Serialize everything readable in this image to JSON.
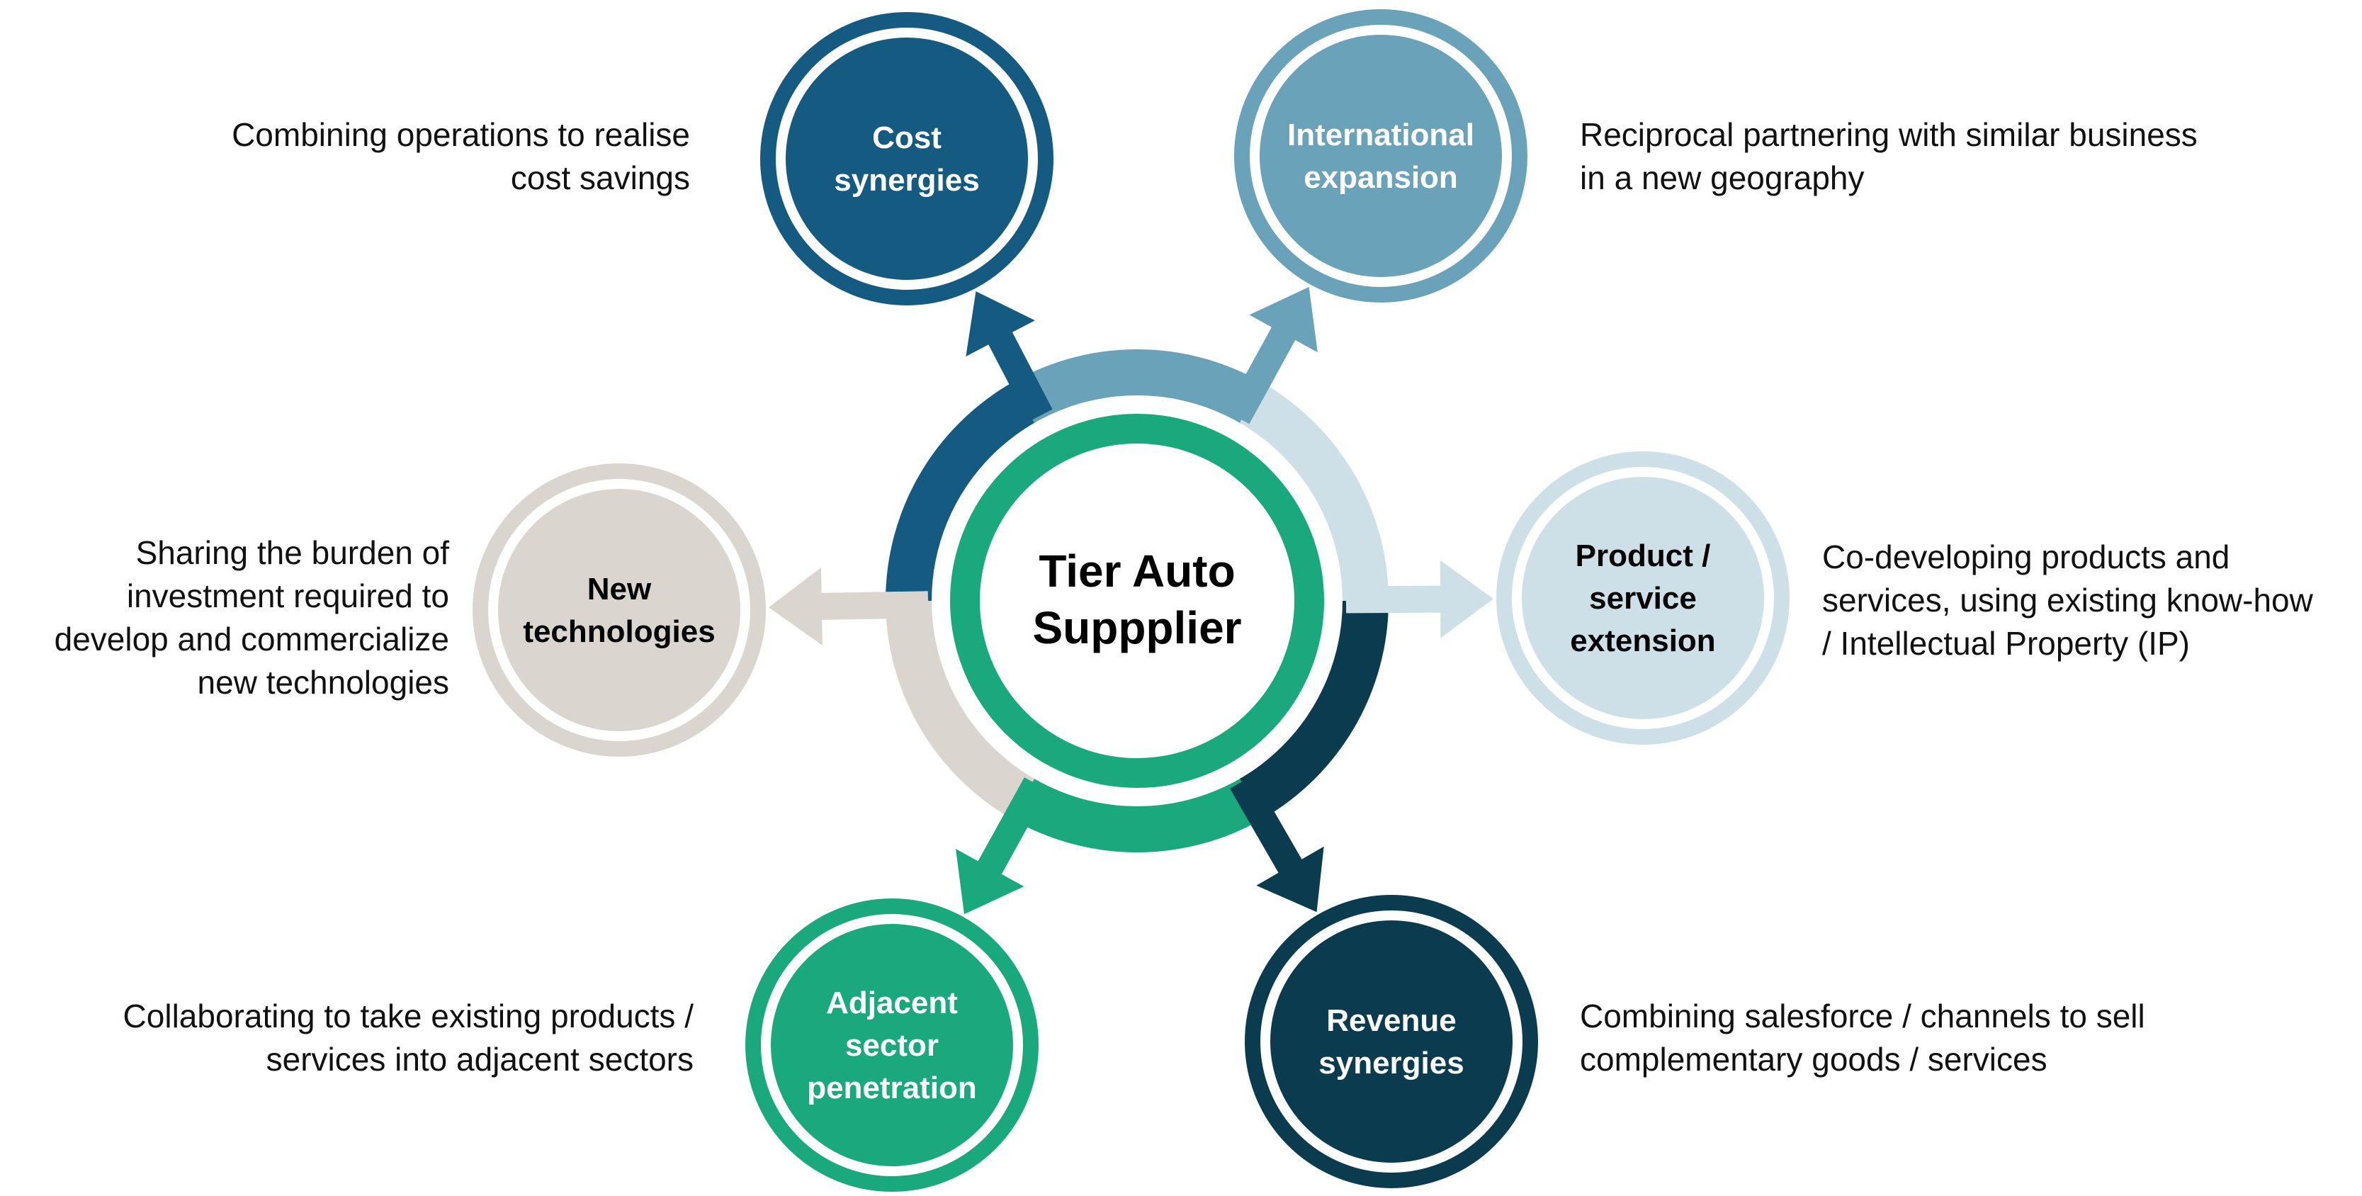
{
  "hub": {
    "label_lines": [
      "Tier Auto",
      "Suppplier"
    ],
    "color": "#1aa97d"
  },
  "nodes": [
    {
      "id": "cost-synergies",
      "label_lines": [
        "Cost",
        "synergies"
      ],
      "color": "#155a81",
      "text_color": "#ffffff",
      "description_lines": [
        "Combining operations to realise",
        "cost savings"
      ]
    },
    {
      "id": "international-expansion",
      "label_lines": [
        "International",
        "expansion"
      ],
      "color": "#69a2b9",
      "text_color": "#ffffff",
      "description_lines": [
        "Reciprocal partnering with similar business",
        "in a new geography"
      ]
    },
    {
      "id": "product-service-extension",
      "label_lines": [
        "Product /",
        "service",
        "extension"
      ],
      "color": "#cde0e8",
      "text_color": "#000000",
      "description_lines": [
        "Co-developing products and",
        "services, using existing know-how",
        "/ Intellectual Property (IP)"
      ]
    },
    {
      "id": "revenue-synergies",
      "label_lines": [
        "Revenue",
        "synergies"
      ],
      "color": "#0b3b4f",
      "text_color": "#ffffff",
      "description_lines": [
        "Combining salesforce / channels to sell",
        "complementary goods / services"
      ]
    },
    {
      "id": "adjacent-sector-penetration",
      "label_lines": [
        "Adjacent",
        "sector",
        "penetration"
      ],
      "color": "#1aa97d",
      "text_color": "#ffffff",
      "description_lines": [
        "Collaborating to take existing products /",
        "services into adjacent sectors"
      ]
    },
    {
      "id": "new-technologies",
      "label_lines": [
        "New",
        "technologies"
      ],
      "color": "#dbd5cf",
      "text_color": "#000000",
      "description_lines": [
        "Sharing the burden of",
        "investment required to",
        "develop and commercialize",
        "new technologies"
      ]
    }
  ]
}
